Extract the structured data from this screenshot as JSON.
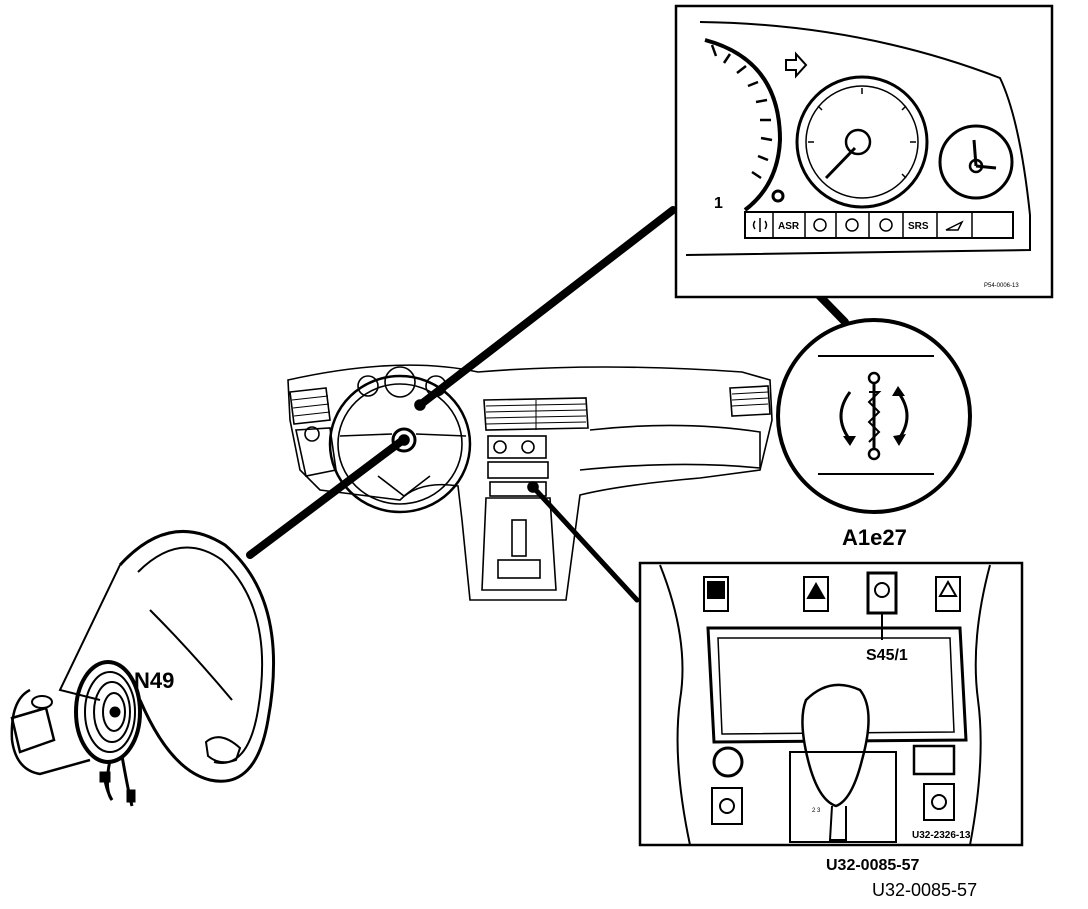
{
  "labels": {
    "airbag_unit": "N49",
    "indicator_lamp": "A1e27",
    "switch": "S45/1",
    "cluster_ref": "P54-0006-13",
    "console_ref": "U32-2326-13",
    "figure_ref_bold": "U32-0085-57",
    "figure_ref_plain": "U32-0085-57"
  },
  "cluster_lamps": [
    "ASR",
    "SRS"
  ],
  "colors": {
    "ink": "#000000",
    "paper": "#ffffff"
  }
}
